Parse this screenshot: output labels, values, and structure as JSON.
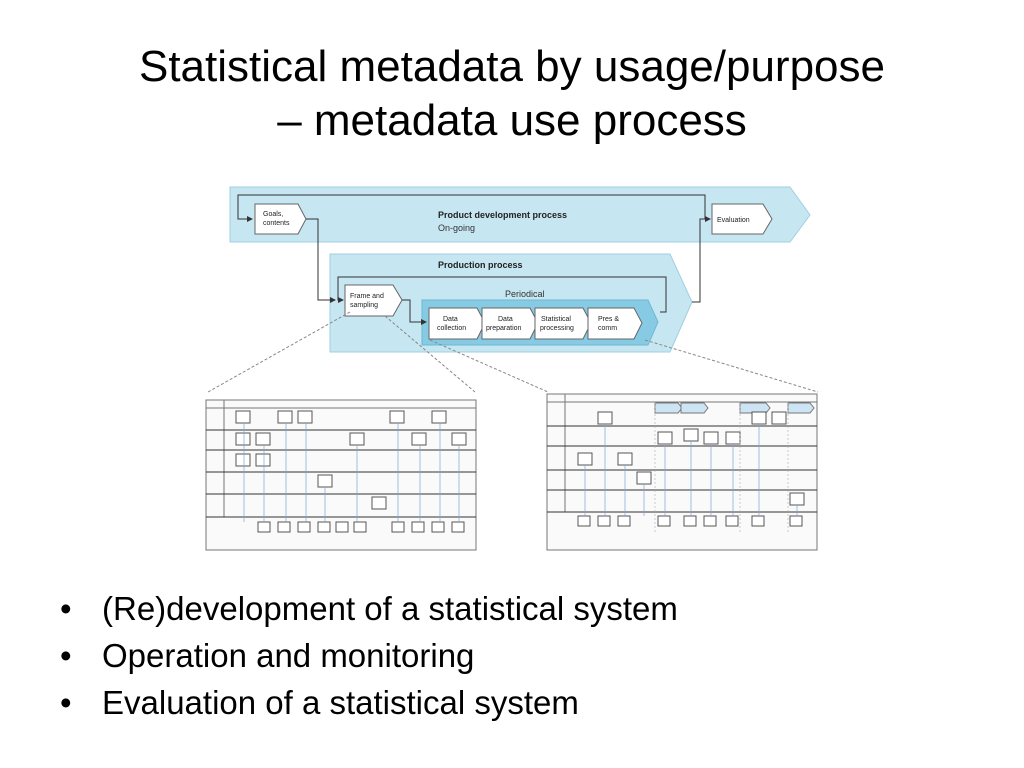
{
  "title": {
    "line1": "Statistical metadata by usage/purpose",
    "line2": "– metadata use process"
  },
  "diagram": {
    "product_band": {
      "title": "Product development process",
      "subtitle": "On-going",
      "start_box": [
        "Goals,",
        "contents"
      ],
      "end_box": "Evaluation"
    },
    "production_band": {
      "title": "Production process",
      "subtitle": "Periodical",
      "start_box": [
        "Frame and",
        "sampling"
      ],
      "steps": [
        [
          "Data",
          "collection"
        ],
        [
          "Data",
          "preparation"
        ],
        [
          "Statistical",
          "processing"
        ],
        [
          "Pres &",
          "comm"
        ]
      ]
    },
    "colors": {
      "band_fill": "#bfe3f0",
      "band_stroke": "#8cc4d9",
      "box_fill": "#ffffff",
      "box_stroke": "#555555",
      "inner_band": "#7fc8e0",
      "connector": "#333333",
      "dashed": "#888888"
    }
  },
  "bullets": [
    "(Re)development of a statistical system",
    "Operation and monitoring",
    "Evaluation of a statistical system"
  ]
}
